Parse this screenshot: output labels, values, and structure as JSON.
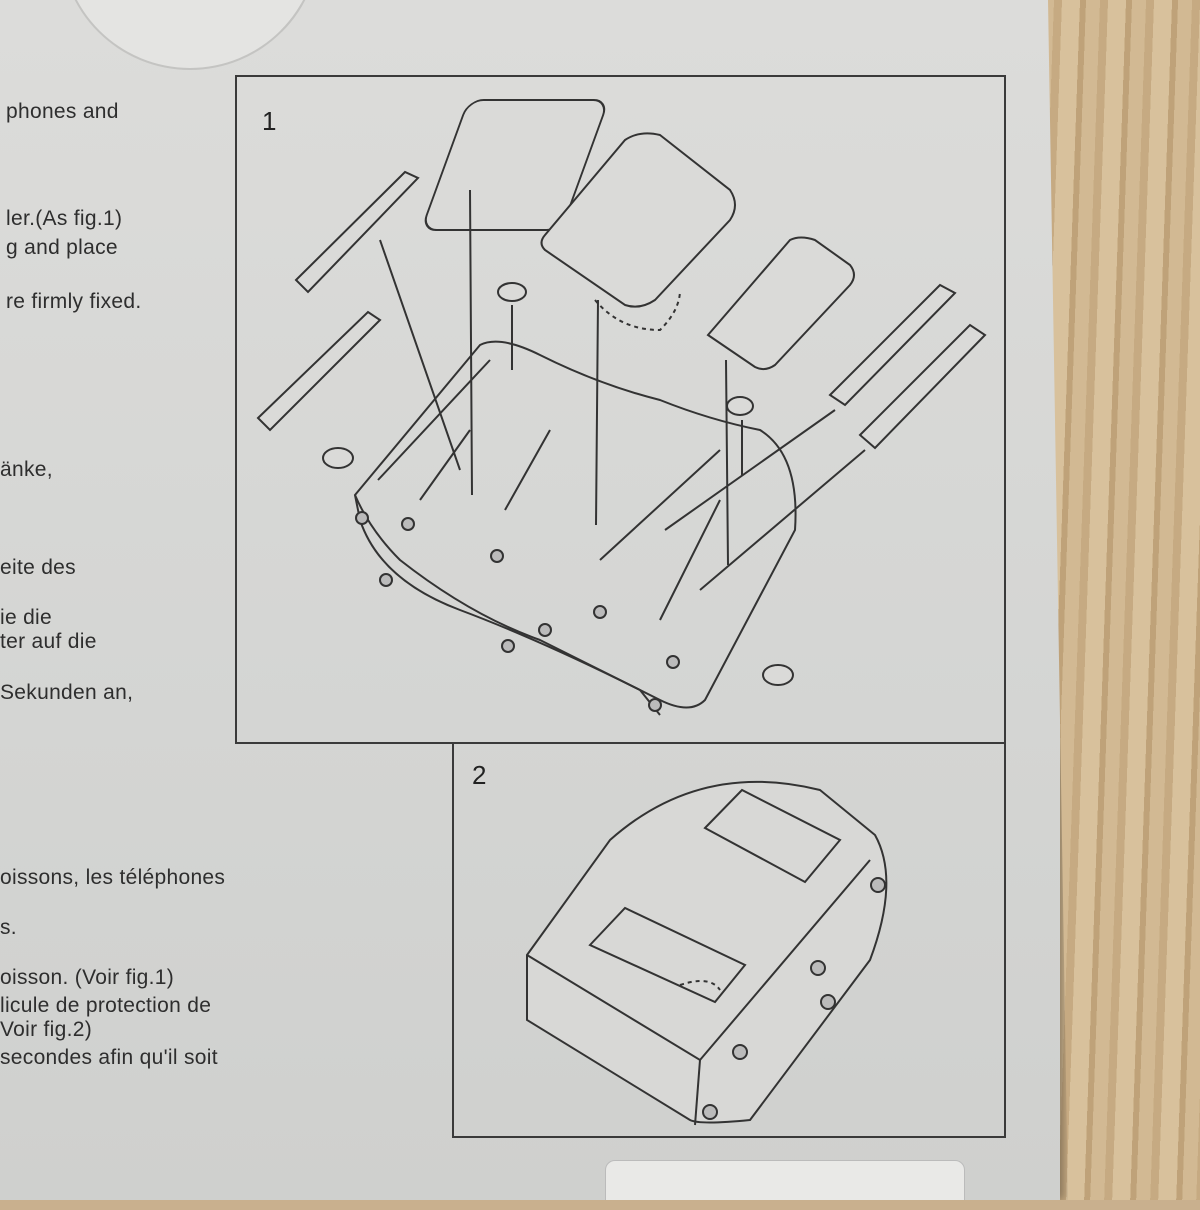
{
  "english_lines": [
    "phones and",
    "ler.(As fig.1)",
    "g and place",
    "re firmly fixed."
  ],
  "german_lines": [
    "änke,",
    "eite des",
    "ie die",
    "ter auf die",
    "Sekunden an,"
  ],
  "french_lines": [
    "oissons, les téléphones",
    "s.",
    "oisson. (Voir fig.1)",
    "licule de protection de",
    "Voir fig.2)",
    "secondes afin qu'il soit"
  ],
  "figures": {
    "fig1_label": "1",
    "fig2_label": "2"
  }
}
